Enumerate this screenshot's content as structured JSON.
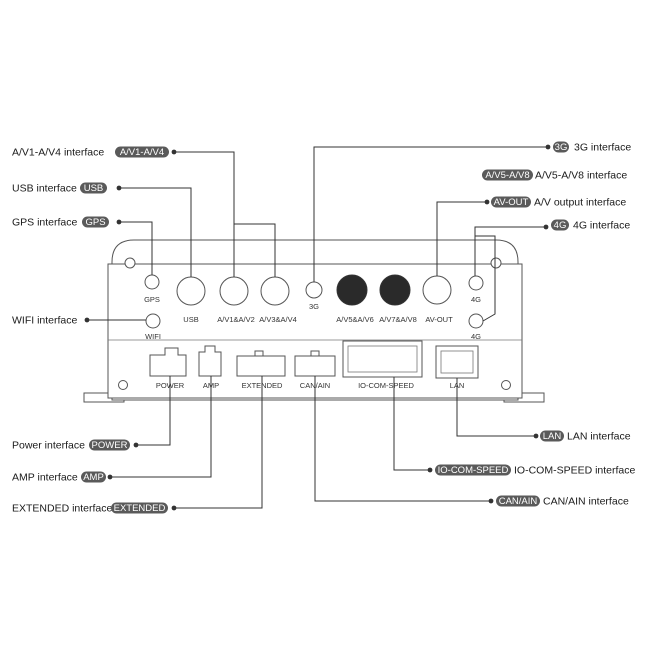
{
  "colors": {
    "tag_fill": "#5a5a5a",
    "tag_text": "#ffffff",
    "line": "#333333",
    "outline": "#555555",
    "dark_port": "#2a2a2a"
  },
  "ports": {
    "gps": "GPS",
    "usb": "USB",
    "av1_2": "A/V1&A/V2",
    "av3_4": "A/V3&A/V4",
    "g3": "3G",
    "av5_6": "A/V5&A/V6",
    "av7_8": "A/V7&A/V8",
    "avout": "AV-OUT",
    "g4_top": "4G",
    "g4_bottom": "4G",
    "wifi": "WIFI",
    "power": "POWER",
    "amp": "AMP",
    "extended": "EXTENDED",
    "canain": "CAN/AIN",
    "iocom": "IO-COM-SPEED",
    "lan": "LAN"
  },
  "callouts": {
    "av14": {
      "text": "A/V1-A/V4 interface",
      "tag": "A/V1-A/V4"
    },
    "usb": {
      "text": "USB interface",
      "tag": "USB"
    },
    "gps": {
      "text": "GPS interface",
      "tag": "GPS"
    },
    "wifi": {
      "text": "WIFI interface",
      "tag": ""
    },
    "power": {
      "text": "Power interface",
      "tag": "POWER"
    },
    "amp": {
      "text": "AMP interface",
      "tag": "AMP"
    },
    "extended": {
      "text": "EXTENDED interface",
      "tag": "EXTENDED"
    },
    "g3": {
      "text": "3G interface",
      "tag": "3G"
    },
    "av58": {
      "text": "A/V5-A/V8 interface",
      "tag": "A/V5-A/V8"
    },
    "avout": {
      "text": "A/V output interface",
      "tag": "AV-OUT"
    },
    "g4": {
      "text": "4G interface",
      "tag": "4G"
    },
    "lan": {
      "text": "LAN interface",
      "tag": "LAN"
    },
    "iocom": {
      "text": "IO-COM-SPEED interface",
      "tag": "IO-COM-SPEED"
    },
    "canain": {
      "text": "CAN/AIN interface",
      "tag": "CAN/AIN"
    }
  }
}
